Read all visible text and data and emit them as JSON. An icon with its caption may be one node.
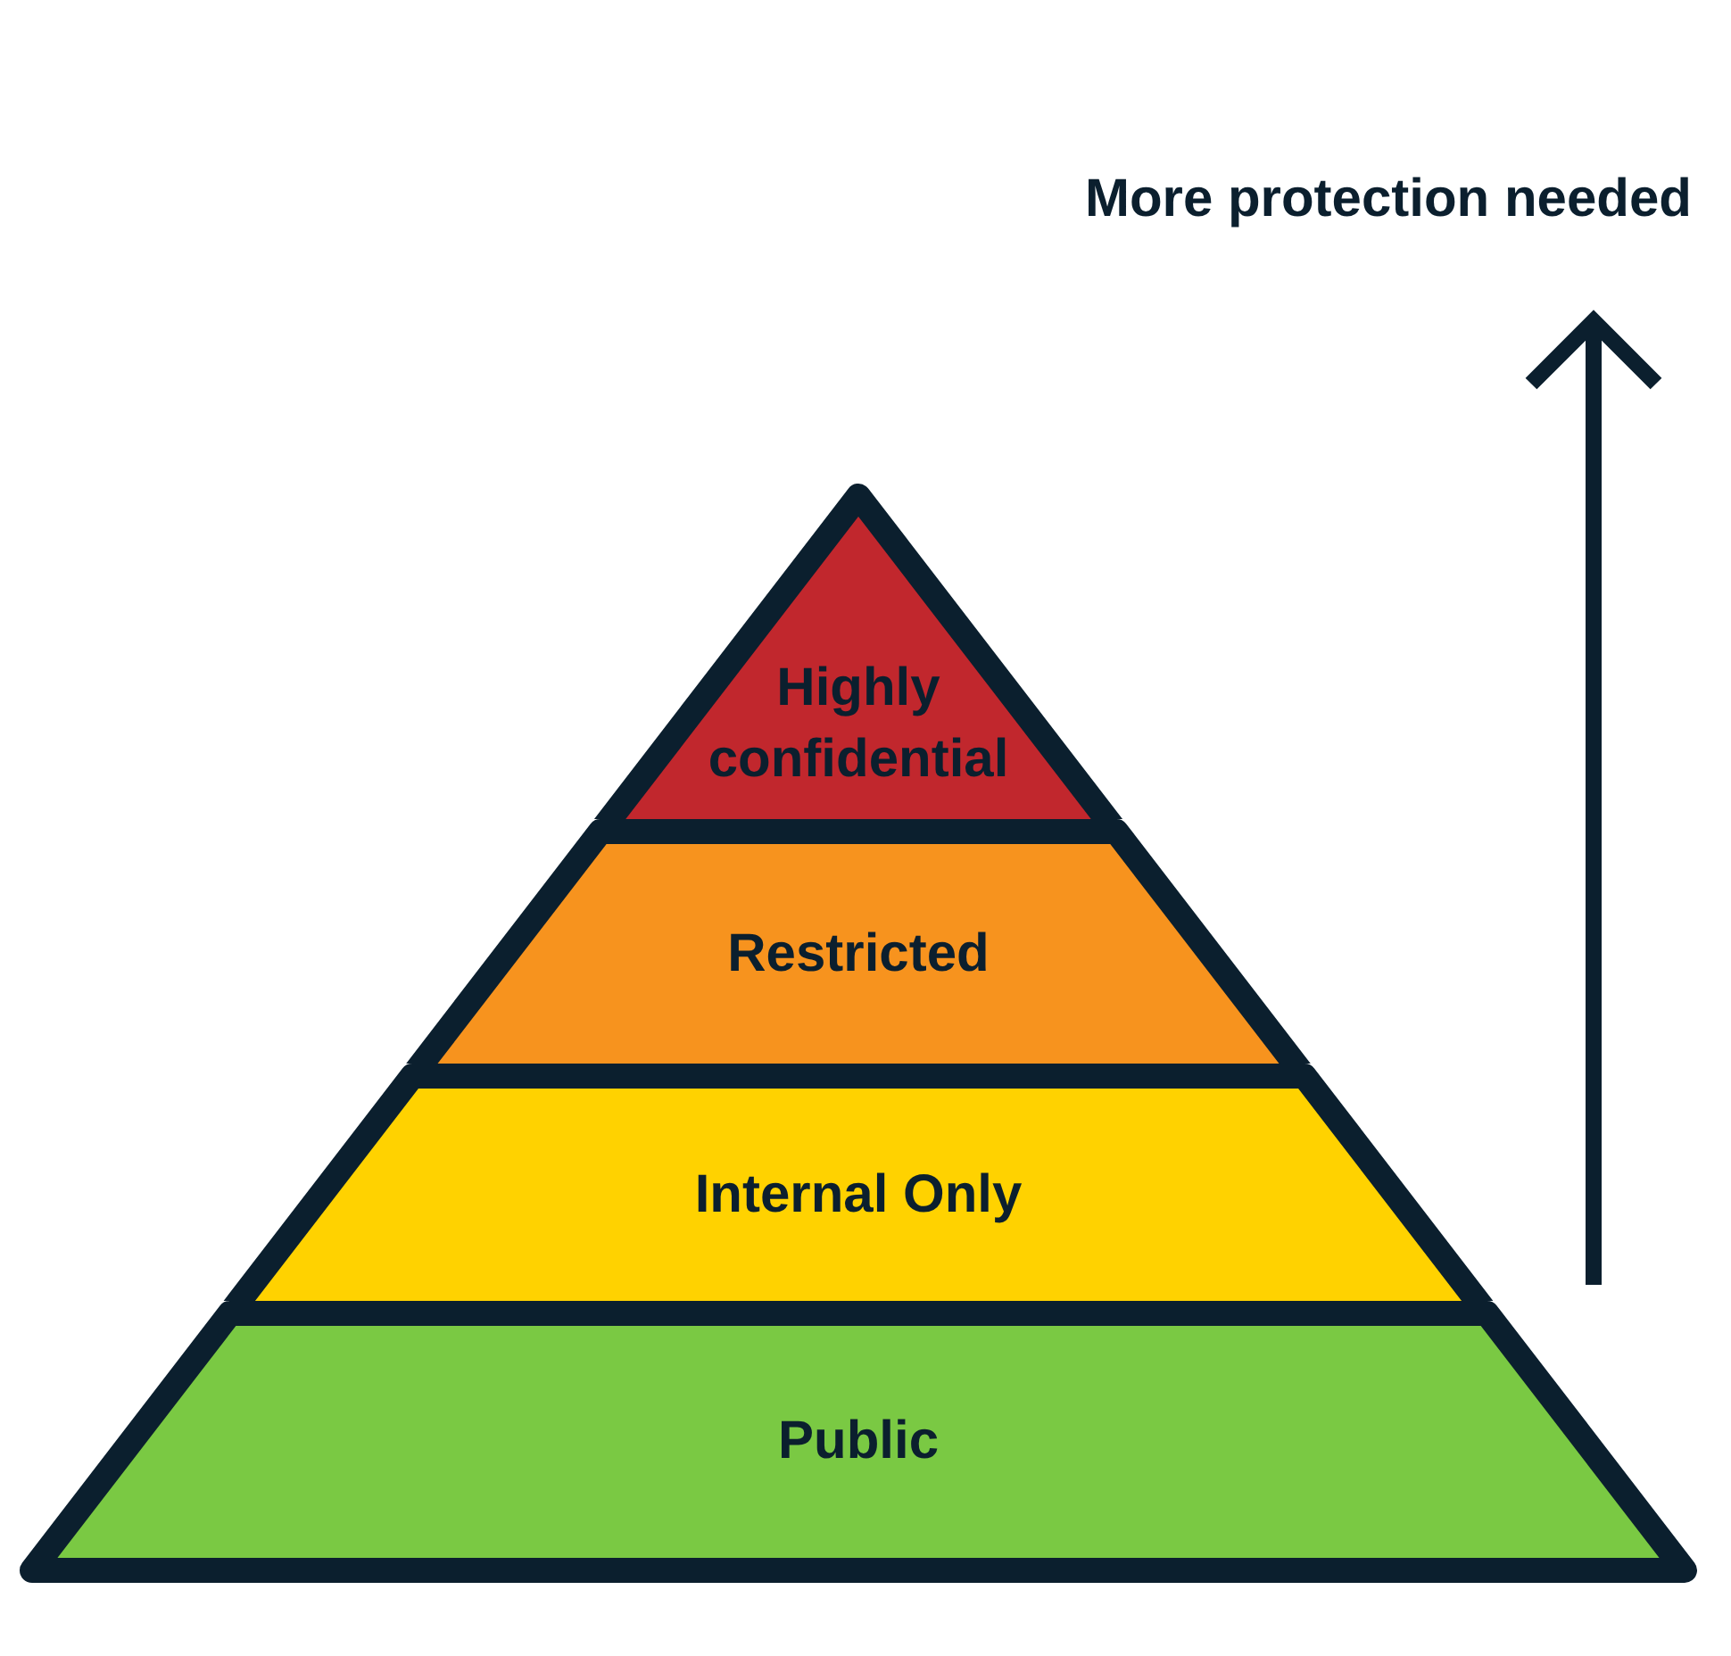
{
  "diagram": {
    "nodes": [
      {
        "text": [
          "Highly confidential"
        ]
      },
      {
        "text": [
          "Restricted"
        ]
      },
      {
        "text": [
          "Internal Only"
        ]
      },
      {
        "text": [
          "Public"
        ]
      }
    ],
    "labels": [
      "More protection needed"
    ]
  }
}
